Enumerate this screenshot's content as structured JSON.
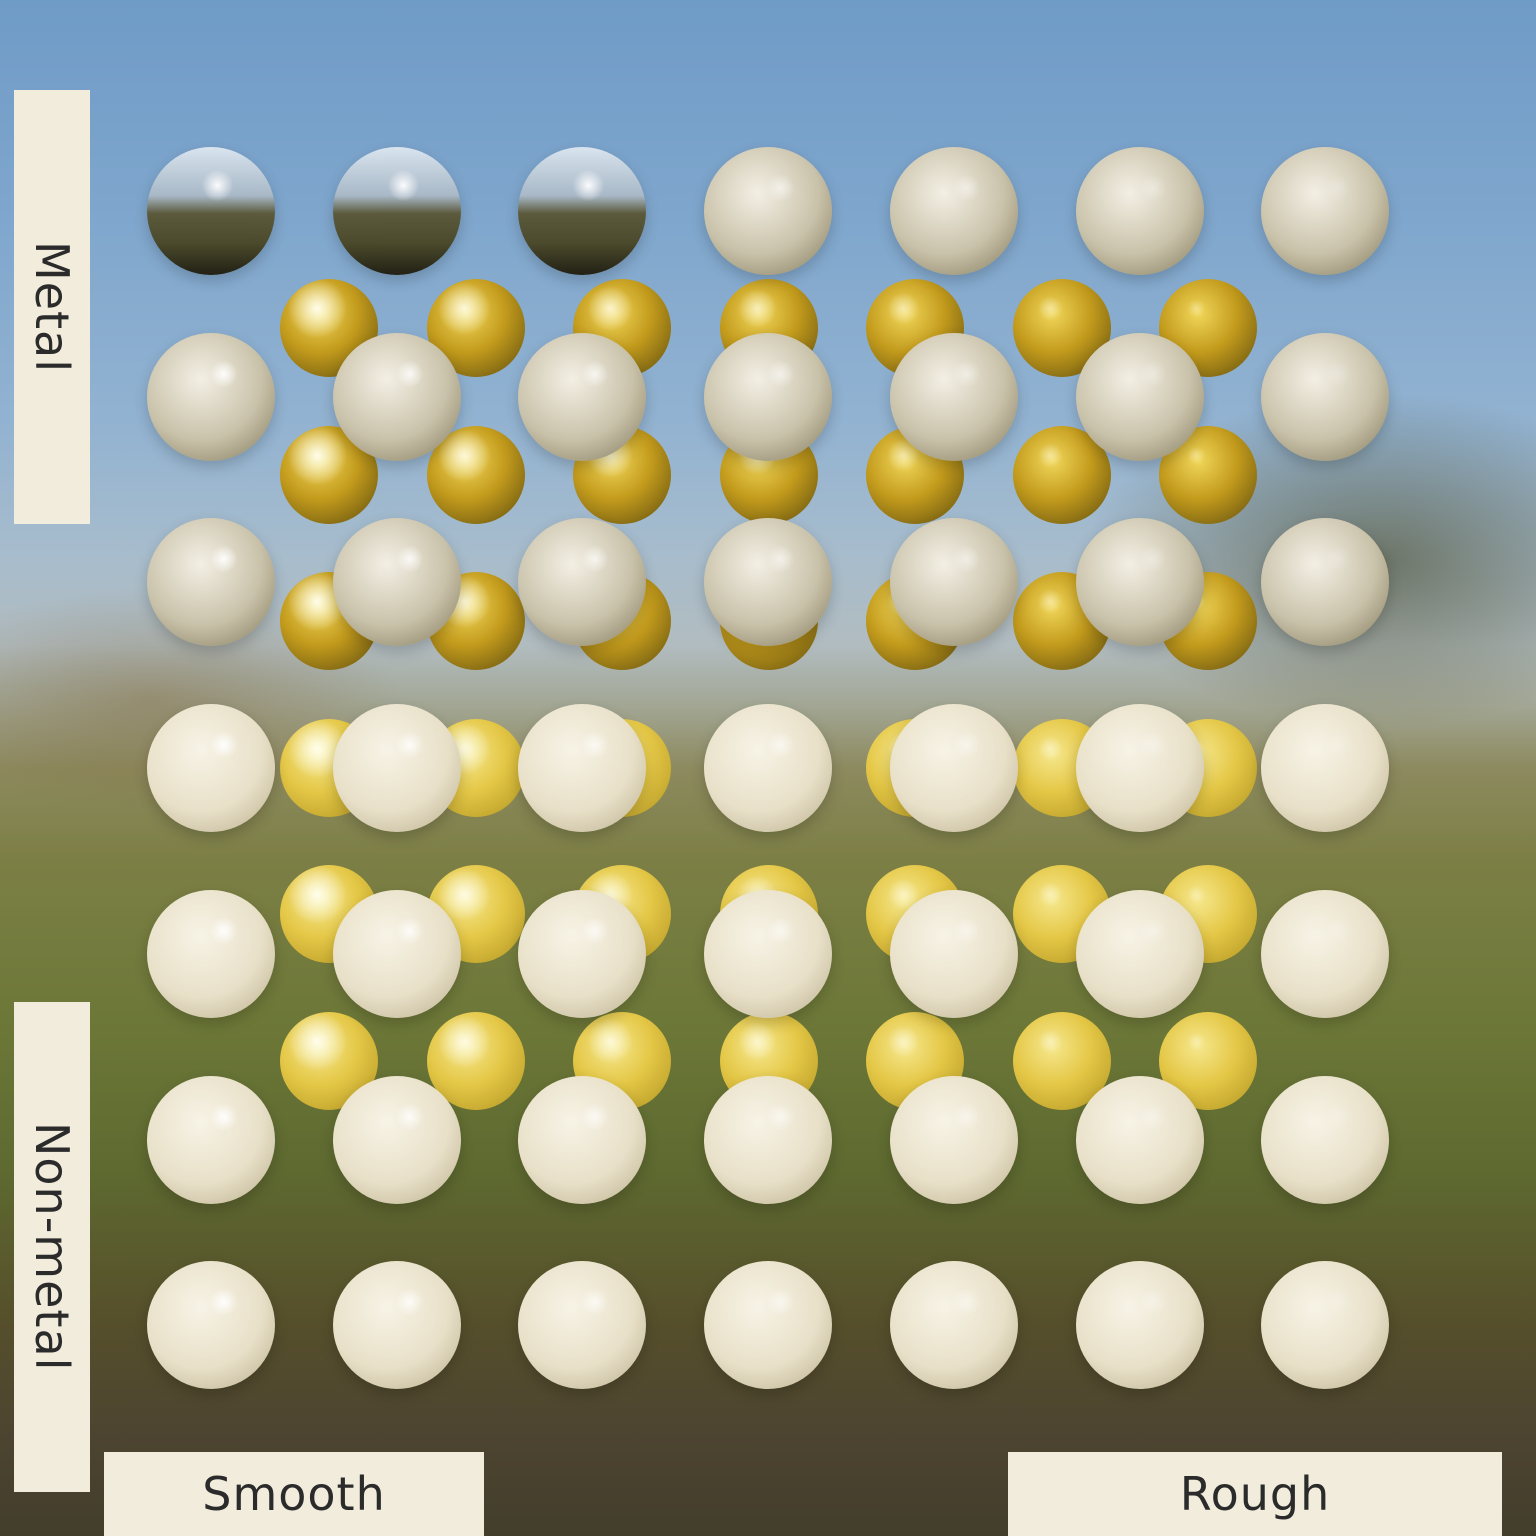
{
  "labels": {
    "metal": "Metal",
    "non_metal": "Non-metal",
    "smooth": "Smooth",
    "rough": "Rough"
  },
  "grid": {
    "white_rows": 7,
    "white_cols": 7,
    "gold_rows": 6,
    "gold_cols": 7,
    "white_color": "#ece6d2",
    "gold_color": "#d8b431",
    "metal_axis": "top-to-bottom",
    "roughness_axis": "left-to-right"
  }
}
